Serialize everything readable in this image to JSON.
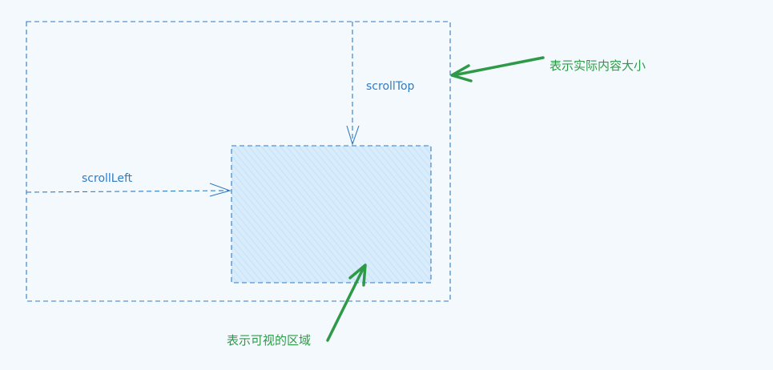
{
  "labels": {
    "scroll_top": "scrollTop",
    "scroll_left": "scrollLeft",
    "content_size": "表示实际内容大小",
    "visible_area": "表示可视的区域"
  },
  "colors": {
    "background": "#f4f9fd",
    "stroke_blue": "#2f7cc3",
    "hatch_blue": "#b9dcf7",
    "fill_blue": "#d8ecfb",
    "arrow_green": "#2e9a48",
    "text_green": "#2e9a48"
  }
}
